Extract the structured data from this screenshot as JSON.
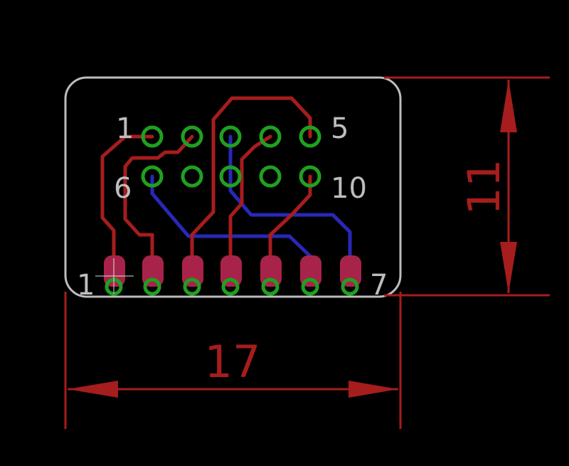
{
  "labels": {
    "pin_1_top": "1",
    "pin_5": "5",
    "pin_6": "6",
    "pin_10": "10",
    "pad_1": "1",
    "pad_7": "7"
  },
  "dimensions": {
    "width_label": "17",
    "height_label": "11"
  },
  "colors": {
    "background": "#000000",
    "board_outline": "#bdbdbd",
    "top_trace": "#a61d1d",
    "bottom_trace": "#2828b8",
    "via_ring": "#20a020",
    "smd_pad": "#a8234a",
    "dimension": "#a61d1d",
    "text": "#bdbdbd"
  }
}
